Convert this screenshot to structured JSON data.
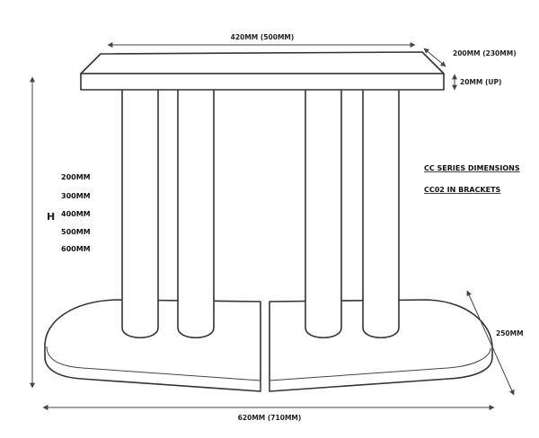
{
  "labels": {
    "top_width": "420MM (500MM)",
    "top_depth": "200MM (230MM)",
    "top_thickness": "20MM (UP)",
    "height_symbol": "H",
    "heights": [
      "200MM",
      "300MM",
      "400MM",
      "500MM",
      "600MM"
    ],
    "series_title": "CC SERIES DIMENSIONS",
    "series_note": "CC02 IN BRACKETS",
    "base_depth": "250MM",
    "base_width": "620MM (710MM)"
  }
}
